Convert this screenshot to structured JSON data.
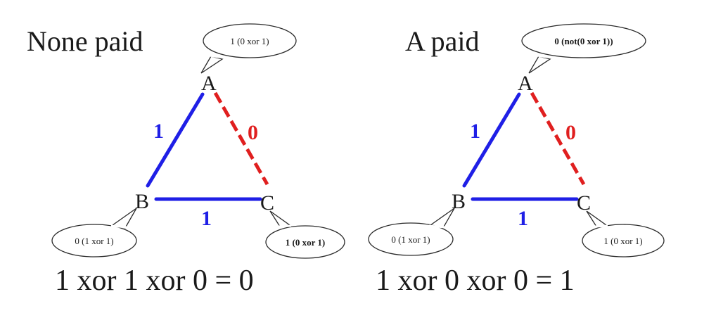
{
  "colors": {
    "blue": "#1f1fe6",
    "red": "#e01f1f",
    "text": "#1a1a1a"
  },
  "panels": [
    {
      "title": "None paid",
      "nodes": {
        "a": "A",
        "b": "B",
        "c": "C"
      },
      "edges": {
        "ab": "1",
        "ac": "0",
        "bc": "1"
      },
      "bubbles": {
        "a": "1 (0 xor 1)",
        "b": "0 (1 xor 1)",
        "c": "1 (0 xor 1)"
      },
      "equation": "1 xor 1 xor 0 = 0"
    },
    {
      "title": "A paid",
      "nodes": {
        "a": "A",
        "b": "B",
        "c": "C"
      },
      "edges": {
        "ab": "1",
        "ac": "0",
        "bc": "1"
      },
      "bubbles": {
        "a": "0 (not(0 xor 1))",
        "b": "0 (1 xor 1)",
        "c": "1 (0 xor 1)"
      },
      "equation": "1 xor 0 xor 0 = 1"
    }
  ]
}
